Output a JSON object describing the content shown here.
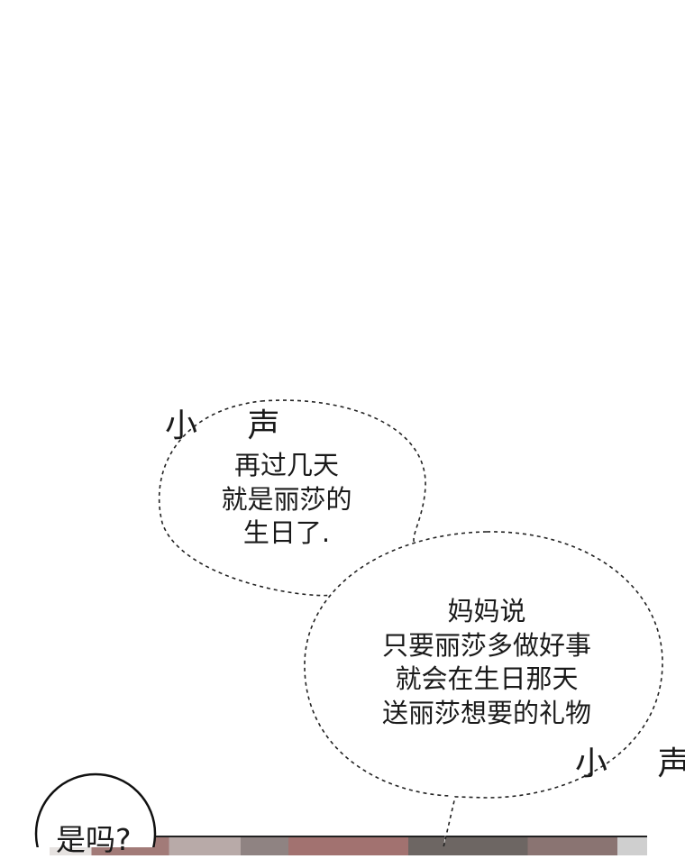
{
  "sfx_top": "小 声",
  "bubble_1": {
    "lines": [
      "再过几天",
      "就是丽莎的",
      "生日了."
    ]
  },
  "bubble_2": {
    "lines": [
      "妈妈说",
      "只要丽莎多做好事",
      "就会在生日那天",
      "送丽莎想要的礼物"
    ]
  },
  "sfx_bottom": "小 声",
  "reply_bubble": {
    "text": "是吗?"
  }
}
